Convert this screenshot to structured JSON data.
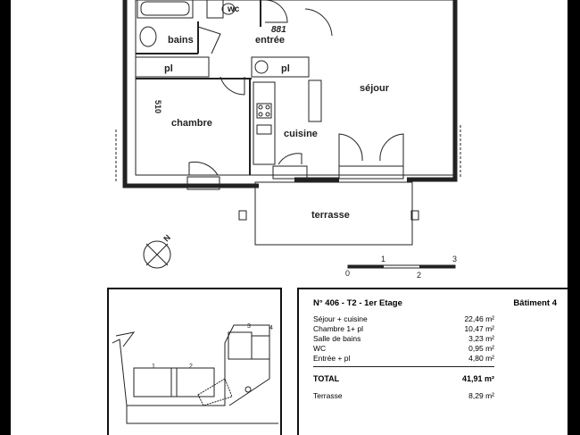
{
  "plan": {
    "rooms": {
      "bains": "bains",
      "wc": "wc",
      "entree": "entrée",
      "pl_left": "pl",
      "pl_right": "pl",
      "sejour": "séjour",
      "chambre": "chambre",
      "cuisine": "cuisine",
      "terrasse": "terrasse"
    },
    "dims": {
      "d881": "881",
      "d510": "510"
    },
    "scale": {
      "t0": "0",
      "t1": "1",
      "t2": "2",
      "t3": "3"
    }
  },
  "site": {
    "markers": [
      "1",
      "2",
      "3",
      "4"
    ]
  },
  "info": {
    "title_left": "N° 406 - T2 - 1er Etage",
    "title_right": "Bâtiment 4",
    "rows": [
      {
        "label": "Séjour + cuisine",
        "value": "22,46 m²"
      },
      {
        "label": "Chambre 1+ pl",
        "value": "10,47 m²"
      },
      {
        "label": "Salle de bains",
        "value": "3,23 m²"
      },
      {
        "label": "WC",
        "value": "0,95 m²"
      },
      {
        "label": "Entrée + pl",
        "value": "4,80 m²"
      }
    ],
    "total_label": "TOTAL",
    "total_value": "41,91 m²",
    "terrasse_label": "Terrasse",
    "terrasse_value": "8,29 m²"
  }
}
